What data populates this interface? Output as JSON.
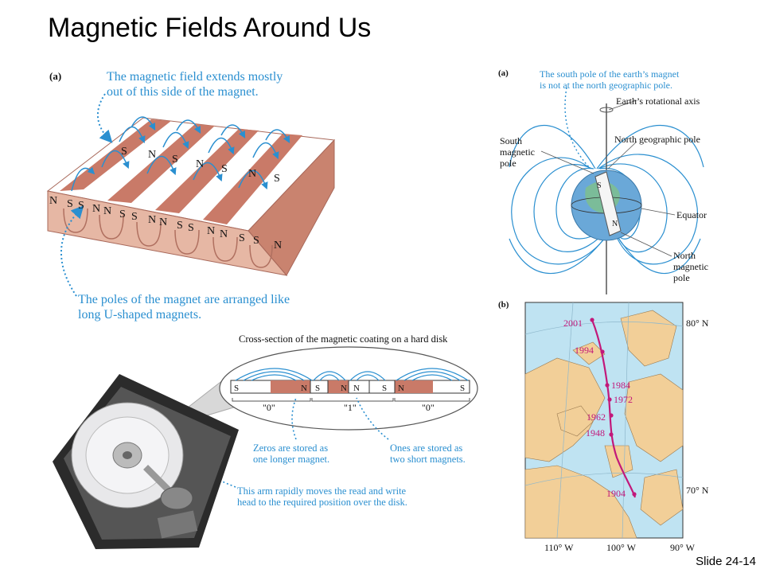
{
  "title": "Magnetic Fields Around Us",
  "slide_number": "Slide 24-14",
  "magnet_panel": {
    "label": "(a)",
    "top_caption_line1": "The magnetic field extends mostly",
    "top_caption_line2": "out of this side of the magnet.",
    "bottom_caption_line1": "The poles of the magnet are arranged like",
    "bottom_caption_line2": "long U-shaped magnets.",
    "top_poles": [
      "S",
      "N",
      "S",
      "N",
      "S",
      "N",
      "S"
    ],
    "front_poles": [
      "N",
      "S",
      "S",
      "N",
      "N",
      "S",
      "S",
      "N",
      "N",
      "S",
      "S",
      "N",
      "N",
      "S",
      "S",
      "N"
    ]
  },
  "hard_disk": {
    "cross_section_title": "Cross-section of the magnetic coating on a hard disk",
    "strip_poles": [
      "S",
      "N",
      "S",
      "N",
      "N",
      "S",
      "N",
      "S"
    ],
    "bit_labels": [
      "\"0\"",
      "\"1\"",
      "\"0\""
    ],
    "zeros_caption_line1": "Zeros are stored as",
    "zeros_caption_line2": "one longer magnet.",
    "ones_caption_line1": "Ones are stored as",
    "ones_caption_line2": "two short magnets.",
    "arm_caption_line1": "This arm rapidly moves the read and write",
    "arm_caption_line2": "head to the required position over the disk."
  },
  "earth_panel": {
    "label": "(a)",
    "caption_line1": "The south pole of the earth’s magnet",
    "caption_line2": "is not at the north geographic pole.",
    "rotational_axis": "Earth’s rotational axis",
    "south_magnetic_pole": [
      "South",
      "magnetic",
      "pole"
    ],
    "north_geographic_pole": "North geographic pole",
    "equator": "Equator",
    "north_magnetic_pole": [
      "North",
      "magnetic",
      "pole"
    ],
    "globe_s": "S",
    "globe_n": "N"
  },
  "map_panel": {
    "label": "(b)",
    "years": [
      "2001",
      "1994",
      "1984",
      "1972",
      "1962",
      "1948",
      "1904"
    ],
    "lat_labels": [
      "80° N",
      "70° N"
    ],
    "lon_labels": [
      "110° W",
      "100° W",
      "90° W"
    ]
  },
  "colors": {
    "field_line": "#2a8fd0",
    "magnet_stripe": "#c97a68",
    "pole_path": "#c2187a",
    "ocean": "#bfe3f2",
    "land": "#f2cf98"
  }
}
